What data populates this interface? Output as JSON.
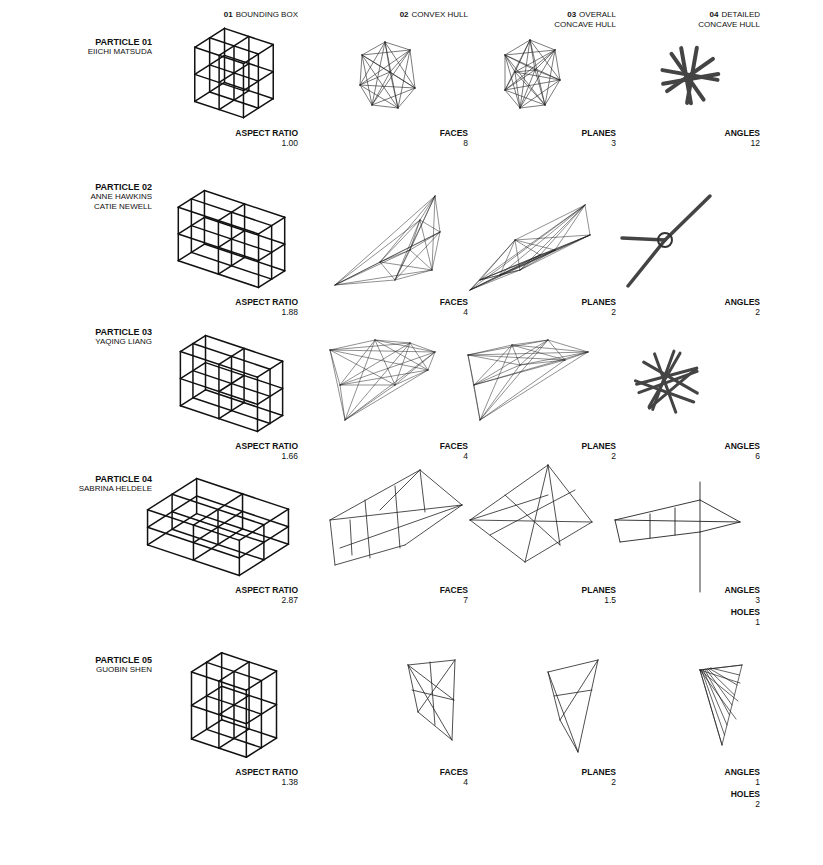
{
  "diagram": {
    "labels": [
      "01",
      "BOUNDING BOX",
      "02",
      "CONVEX HULL",
      "03",
      "OVERALL CONCAVE HULL",
      "04",
      "DETAILED CONCAVE HULL",
      "PARTICLE 01",
      "EIICHI MATSUDA",
      "ASPECT RATIO",
      "1.00",
      "FACES",
      "8",
      "PLANES",
      "3",
      "ANGLES",
      "12",
      "PARTICLE 02",
      "ANNE HAWKINS",
      "CATIE NEWELL",
      "ASPECT RATIO",
      "1.88",
      "FACES",
      "4",
      "PLANES",
      "2",
      "ANGLES",
      "2",
      "PARTICLE 03",
      "YAQING LIANG",
      "ASPECT RATIO",
      "1.66",
      "FACES",
      "4",
      "PLANES",
      "2",
      "ANGLES",
      "6",
      "PARTICLE 04",
      "SABRINA HELDELE",
      "ASPECT RATIO",
      "2.87",
      "FACES",
      "7",
      "PLANES",
      "1.5",
      "ANGLES",
      "3",
      "HOLES",
      "1",
      "PARTICLE 05",
      "GUOBIN SHEN",
      "ASPECT RATIO",
      "1.38",
      "FACES",
      "4",
      "PLANES",
      "2",
      "ANGLES",
      "1",
      "HOLES",
      "2"
    ]
  }
}
